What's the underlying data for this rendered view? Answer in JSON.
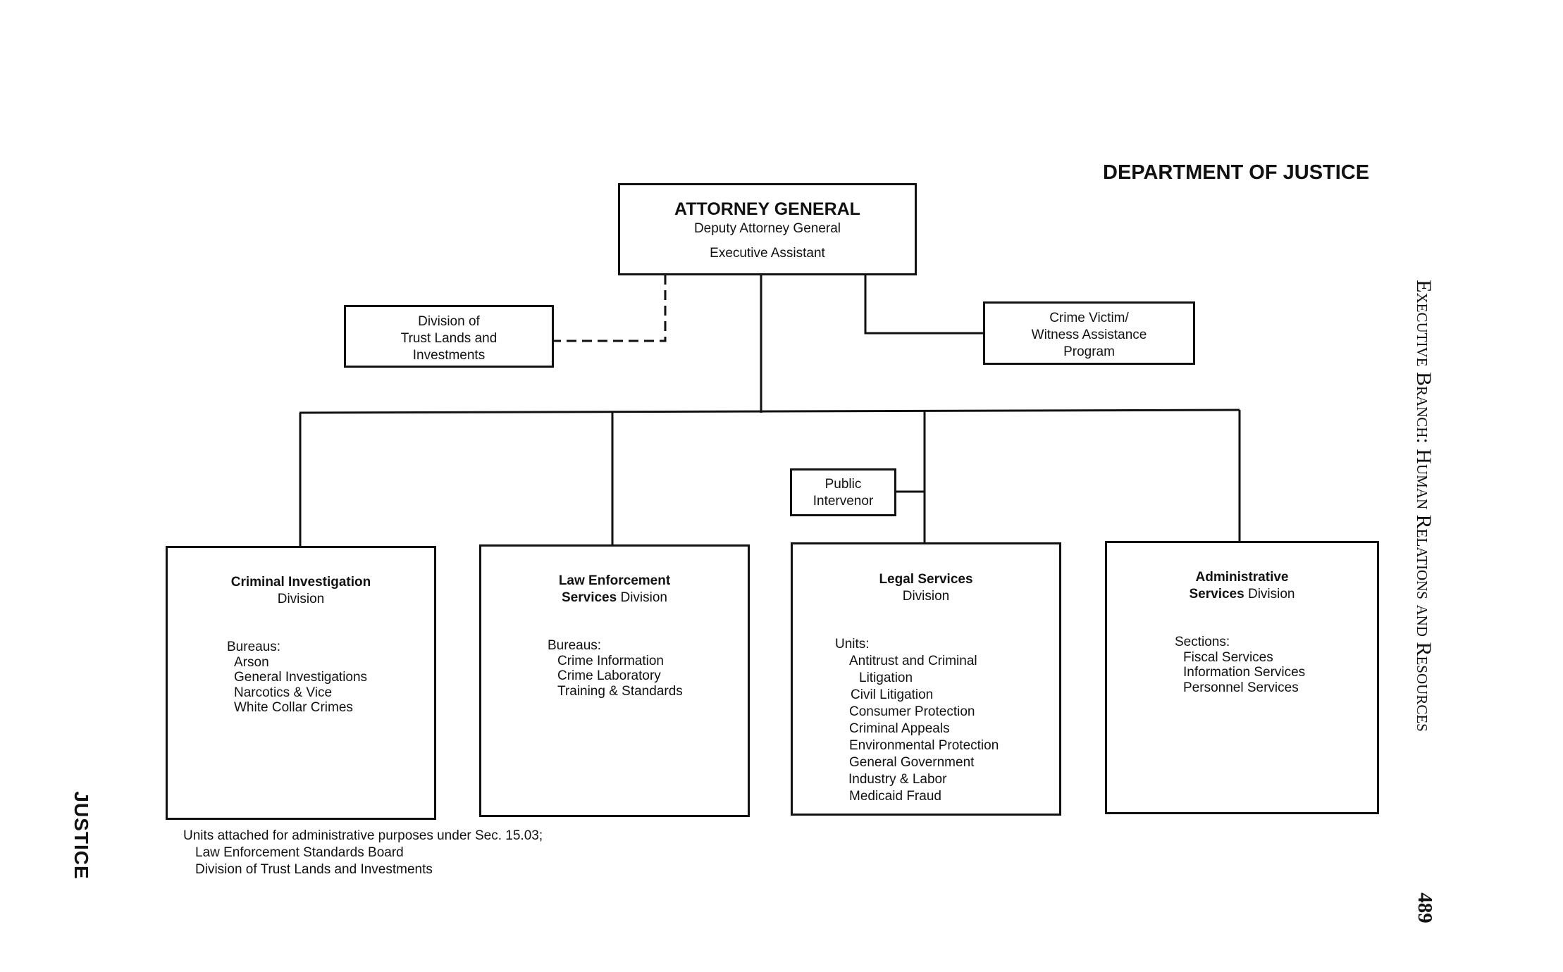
{
  "department_title": "DEPARTMENT OF JUSTICE",
  "side_label": "Executive Branch: Human Relations and Resources",
  "justice_tab": "JUSTICE",
  "page_number": "489",
  "attorney_general": {
    "title": "ATTORNEY GENERAL",
    "line1": "Deputy Attorney General",
    "line2": "Executive Assistant"
  },
  "trust_lands": {
    "line1": "Division of",
    "line2": "Trust Lands and",
    "line3": "Investments"
  },
  "crime_victim": {
    "line1": "Crime Victim/",
    "line2": "Witness Assistance",
    "line3": "Program"
  },
  "public_intervenor": {
    "line1": "Public",
    "line2": "Intervenor"
  },
  "divisions": [
    {
      "name_bold": "Criminal Investigation",
      "name_rest": "Division",
      "list_heading": "Bureaus:",
      "items": [
        "Arson",
        "General Investigations",
        "Narcotics & Vice",
        "White Collar Crimes"
      ]
    },
    {
      "name_bold": "Law Enforcement",
      "name_bold2": "Services",
      "name_rest": " Division",
      "list_heading": "Bureaus:",
      "items": [
        "Crime Information",
        "Crime Laboratory",
        "Training & Standards"
      ]
    },
    {
      "name_bold": "Legal Services",
      "name_rest": "Division",
      "list_heading": "Units:",
      "items": [
        "Antitrust and Criminal",
        "Litigation",
        "Civil Litigation",
        "Consumer Protection",
        "Criminal Appeals",
        "Environmental Protection",
        "General Government",
        "Industry & Labor",
        "Medicaid Fraud"
      ]
    },
    {
      "name_bold": "Administrative",
      "name_bold2": "Services",
      "name_rest": " Division",
      "list_heading": "Sections:",
      "items": [
        "Fiscal Services",
        "Information Services",
        "Personnel Services"
      ]
    }
  ],
  "footnote": {
    "line1": "Units attached for administrative purposes under Sec. 15.03;",
    "line2": "Law Enforcement Standards Board",
    "line3": "Division of Trust Lands and Investments"
  }
}
